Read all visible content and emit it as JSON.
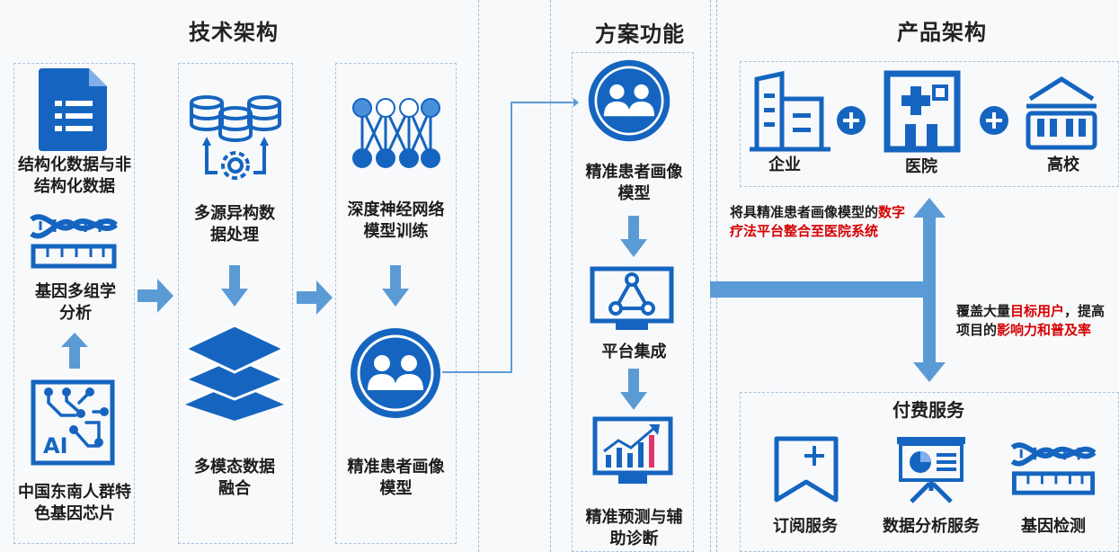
{
  "sections": {
    "tech": "技术架构",
    "solution": "方案功能",
    "product": "产品架构"
  },
  "tech": {
    "col1": {
      "structured_data": "结构化数据与非结构化数据",
      "genomics": "基因多组学分析",
      "chip": "中国东南人群特色基因芯片"
    },
    "col2": {
      "multi_source": "多源异构数据处理",
      "multimodal": "多模态数据融合"
    },
    "col3": {
      "dnn": "深度神经网络模型训练",
      "portrait": "精准患者画像模型"
    }
  },
  "solution": {
    "portrait": "精准患者画像模型",
    "platform": "平台集成",
    "prediction": "精准预测与辅助诊断"
  },
  "product": {
    "enterprise": "企业",
    "hospital": "医院",
    "university": "高校",
    "note1_a": "将具精准患者画像模型的",
    "note1_b": "数字疗法平台整合至医院系统",
    "note2_a": "覆盖大量",
    "note2_b": "目标用户",
    "note2_c": "，提高项目的",
    "note2_d": "影响力和普及率",
    "paid": {
      "title": "付费服务",
      "subscription": "订阅服务",
      "analysis": "数据分析服务",
      "gene_test": "基因检测"
    }
  },
  "colors": {
    "primary": "#1565c0",
    "arrow": "#5b9bd5",
    "highlight": "#d40000"
  }
}
